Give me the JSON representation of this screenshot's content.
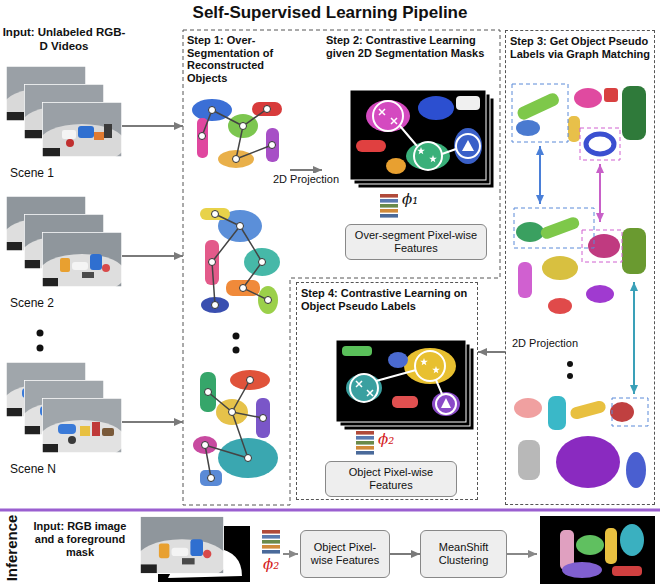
{
  "diagram": {
    "title": "Self-Supervised Learning Pipeline",
    "nodes": [
      {
        "text": [
          "Scene 1"
        ]
      },
      {
        "text": [
          "Scene 2"
        ]
      },
      {
        "text": [
          "Scene N"
        ]
      },
      {
        "text": [
          "Step 1: Over-Segmentation of Reconstructed Objects"
        ]
      },
      {
        "text": [
          "Step 2: Contrastive Learning given 2D Segmentation Masks"
        ]
      },
      {
        "text": [
          "Over-segment Pixel-wise Features"
        ],
        "in": 4
      },
      {
        "text": [
          "Step 3: Get Object Pseudo Labels via Graph Matching"
        ]
      },
      {
        "text": [
          "Step 4: Contrastive Learning on Object Pseudo Labels"
        ]
      },
      {
        "text": [
          "Object Pixel-wise Features"
        ],
        "in": 7
      },
      {
        "text": [
          "Object Pixel-wise Features"
        ]
      },
      {
        "text": [
          "MeanShift Clustering"
        ]
      }
    ],
    "edges": [
      {
        "from": 0,
        "to": 3,
        "arrow": "to"
      },
      {
        "from": 1,
        "to": 3,
        "arrow": "to"
      },
      {
        "from": 2,
        "to": 3,
        "arrow": "to"
      },
      {
        "from": 3,
        "to": 4,
        "label": "2D Projection",
        "arrow": "to"
      },
      {
        "from": 6,
        "to": 7,
        "label": "2D Projection",
        "arrow": "to"
      },
      {
        "from": 9,
        "to": 10,
        "arrow": "to"
      }
    ],
    "labels": [
      "Input: Unlabeled RGB-D Videos",
      "ϕ₁",
      "ϕ₂",
      "Inference",
      "Input: RGB image and a foreground mask",
      "ϕ₂"
    ]
  }
}
